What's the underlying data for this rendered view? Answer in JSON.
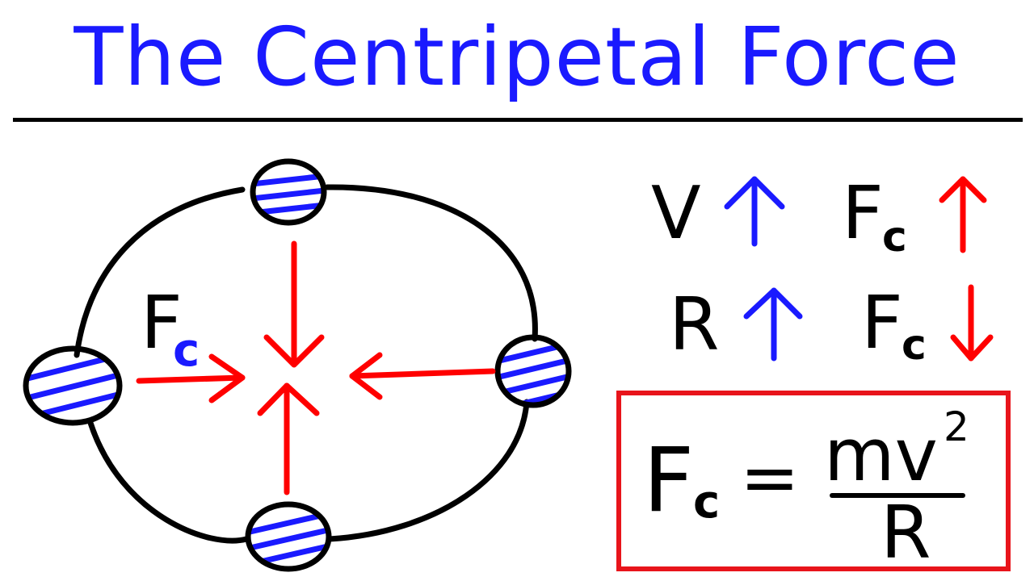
{
  "title": "The Centripetal Force",
  "diagram": {
    "force_label": "F",
    "force_subscript": "c"
  },
  "relations": [
    {
      "symbol": "V",
      "subscript": "",
      "direction": "up"
    },
    {
      "symbol": "F",
      "subscript": "c",
      "direction": "up"
    },
    {
      "symbol": "R",
      "subscript": "",
      "direction": "up"
    },
    {
      "symbol": "F",
      "subscript": "c",
      "direction": "down"
    }
  ],
  "formula": {
    "lhs": "F",
    "lhs_subscript": "c",
    "equals": "=",
    "numerator": "mv",
    "exponent": "2",
    "denominator": "R"
  },
  "colors": {
    "title": "#1a1aff",
    "ink": "#000000",
    "arrow_red": "#ff0000",
    "arrow_blue": "#1a1aff",
    "box_red": "#e8141b"
  }
}
